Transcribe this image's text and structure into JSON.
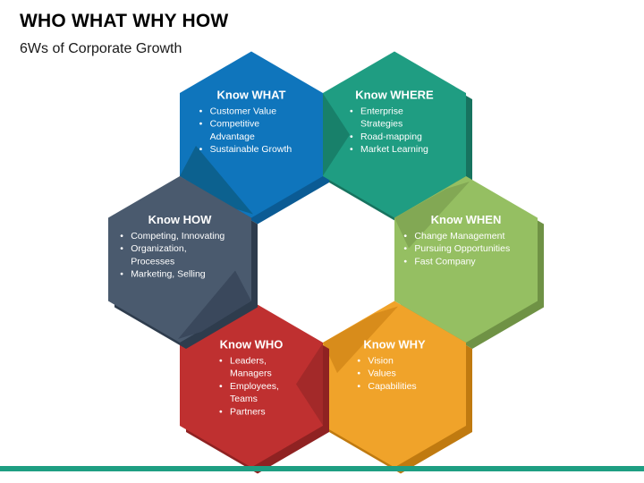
{
  "title": "WHO WHAT WHY HOW",
  "subtitle": "6Ws of Corporate Growth",
  "colors": {
    "background": "#ffffff",
    "title_text": "#000000",
    "bottom_bar": "#1e9e82",
    "hex_text": "#ffffff"
  },
  "bottom_bar": {
    "color": "#1e9e82"
  },
  "hexagons": [
    {
      "id": "know-what",
      "heading": "Know WHAT",
      "bullets": [
        [
          "Customer Value"
        ],
        [
          "Competitive",
          "Advantage"
        ],
        [
          "Sustainable Growth"
        ]
      ],
      "fill": "#0f75bc",
      "shade": "#0b5b94",
      "notch": "#0c618f"
    },
    {
      "id": "know-where",
      "heading": "Know WHERE",
      "bullets": [
        [
          "Enterprise",
          "Strategies"
        ],
        [
          "Road-mapping"
        ],
        [
          "Market Learning"
        ]
      ],
      "fill": "#1f9d82",
      "shade": "#17735f",
      "notch": "#18806a"
    },
    {
      "id": "know-when",
      "heading": "Know WHEN",
      "bullets": [
        [
          "Change Management"
        ],
        [
          "Pursuing Opportunities"
        ],
        [
          "Fast Company"
        ]
      ],
      "fill": "#95bf62",
      "shade": "#6f9245",
      "notch": "#82a854"
    },
    {
      "id": "know-why",
      "heading": "Know WHY",
      "bullets": [
        [
          "Vision"
        ],
        [
          "Values"
        ],
        [
          "Capabilities"
        ]
      ],
      "fill": "#f0a32a",
      "shade": "#c07a10",
      "notch": "#d88c1b"
    },
    {
      "id": "know-who",
      "heading": "Know WHO",
      "bullets": [
        [
          "Leaders,",
          "Managers"
        ],
        [
          "Employees,",
          "Teams"
        ],
        [
          "Partners"
        ]
      ],
      "fill": "#bf3030",
      "shade": "#8f2222",
      "notch": "#a32929"
    },
    {
      "id": "know-how",
      "heading": "Know HOW",
      "bullets": [
        [
          "Competing, Innovating"
        ],
        [
          "Organization,",
          "Processes"
        ],
        [
          "Marketing, Selling"
        ]
      ],
      "fill": "#4a5a6e",
      "shade": "#2e3c4d",
      "notch": "#3a485c"
    }
  ]
}
